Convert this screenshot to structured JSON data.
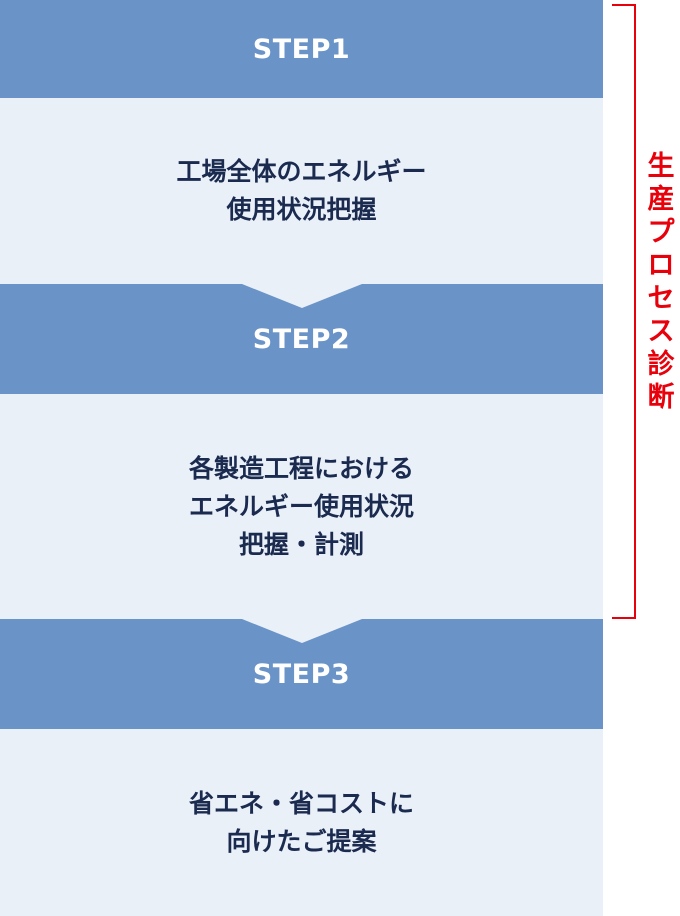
{
  "steps": [
    {
      "label": "STEP1",
      "lines": [
        "工場全体のエネルギー",
        "使用状況把握"
      ]
    },
    {
      "label": "STEP2",
      "lines": [
        "各製造工程における",
        "エネルギー使用状況",
        "把握・計測"
      ]
    },
    {
      "label": "STEP3",
      "lines": [
        "省エネ・省コストに",
        "向けたご提案"
      ]
    }
  ],
  "bracket": {
    "label": "生産プロセス診断",
    "chars": [
      "生",
      "産",
      "プ",
      "ロ",
      "セ",
      "ス",
      "診",
      "断"
    ],
    "color": "#e8000b"
  },
  "colors": {
    "header_bg": "#6a93c7",
    "body_bg": "#e9f0f8",
    "body_text": "#1b2a4f"
  }
}
